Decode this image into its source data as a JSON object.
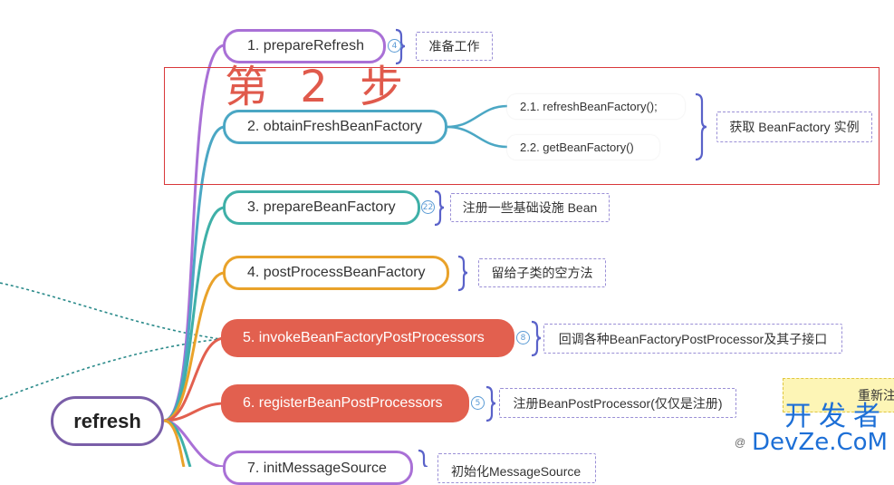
{
  "root": {
    "label": "refresh"
  },
  "step_label": "第 2 步",
  "nodes": [
    {
      "label": "1.  prepareRefresh",
      "color": "#a970d6",
      "filled": false,
      "count": "4",
      "note": "准备工作"
    },
    {
      "label": "2.  obtainFreshBeanFactory",
      "color": "#4ba7c4",
      "filled": false,
      "count": "",
      "note": "获取 BeanFactory 实例"
    },
    {
      "label": "3.  prepareBeanFactory",
      "color": "#3fb0a8",
      "filled": false,
      "count": "22",
      "note": "注册一些基础设施 Bean"
    },
    {
      "label": "4.  postProcessBeanFactory",
      "color": "#e9a22a",
      "filled": false,
      "count": "",
      "note": "留给子类的空方法"
    },
    {
      "label": "5.  invokeBeanFactoryPostProcessors",
      "color": "#e2604f",
      "filled": true,
      "count": "8",
      "note": "回调各种BeanFactoryPostProcessor及其子接口"
    },
    {
      "label": "6.  registerBeanPostProcessors",
      "color": "#e2604f",
      "filled": true,
      "count": "5",
      "note": "注册BeanPostProcessor(仅仅是注册)"
    },
    {
      "label": "7.  initMessageSource",
      "color": "#a970d6",
      "filled": false,
      "count": "",
      "note": "初始化MessageSource"
    }
  ],
  "subnodes": [
    {
      "label": "2.1. refreshBeanFactory();"
    },
    {
      "label": "2.2. getBeanFactory()"
    }
  ],
  "side_note": "重新注",
  "watermark": {
    "line1": "开发者",
    "line2": "DevZe.CoM",
    "prefix": "@"
  },
  "colors": {
    "highlight": "#d9383a",
    "step_text": "#e05a4c",
    "connector": "#2a8a8a"
  }
}
